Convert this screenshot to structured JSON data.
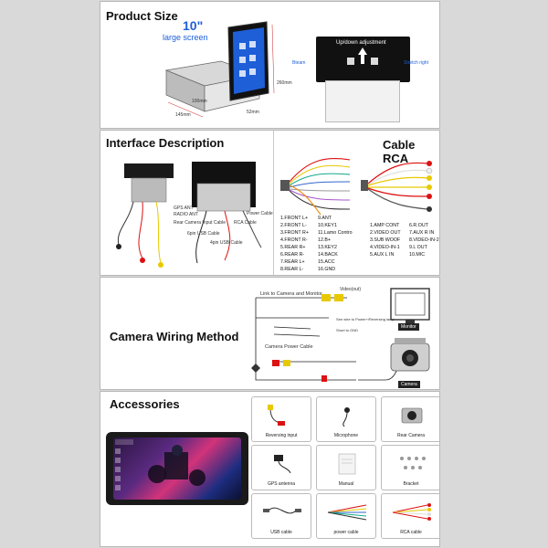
{
  "product_size": {
    "title": "Product Size",
    "screen_size": "10\"",
    "screen_caption": "large screen",
    "adjust_label": "Up/down adjustment",
    "left_label": "Bteam",
    "right_label": "Stretch right",
    "dim_width": "145mm",
    "dim_depth": "100mm",
    "dim_height": "260mm",
    "dim_side": "52mm"
  },
  "interface": {
    "title": "Interface Description",
    "cable_title": "Cable RCA",
    "labels": {
      "gps": "GPS ANT",
      "radio": "RADIO ANT",
      "rear_cam": "Rear Camera Input Cable",
      "rca": "RCA Cable",
      "power": "Power Cable",
      "pin6": "6pin USB Cable",
      "pin4": "4pin USB Cable"
    },
    "left_list_a": [
      "1.FRONT L+",
      "2.FRONT L-",
      "3.FRONT R+",
      "4.FRONT R-",
      "5.REAR R+",
      "6.REAR R-",
      "7.REAR L+",
      "8.REAR L-"
    ],
    "left_list_b": [
      "9.ANT",
      "10.KEY1",
      "11.Lamo Contro",
      "12.B+",
      "13.KEY2",
      "14.BACK",
      "15.ACC",
      "16.GND"
    ],
    "right_list_a": [
      "1.AMP CONT",
      "2.VIDEO OUT",
      "3.SUB WOOF",
      "4.VIDEO-IN-1",
      "5.AUX L IN"
    ],
    "right_list_b": [
      "6.R.OUT",
      "7.AUX R IN",
      "8.VIDEO-IN-2",
      "9.L OUT",
      "10.MIC"
    ]
  },
  "camera": {
    "title": "Camera Wiring Method",
    "link_label": "Link to Camera and Monitor",
    "video_label": "Video(out)",
    "reverse_label": "See wire to Power+/Reversing lamp",
    "gnd_label": "Short to GND",
    "power_label": "Camera Power Cable",
    "monitor_label": "Monitor",
    "camera_label": "Camera"
  },
  "accessories": {
    "title": "Accessories",
    "items": [
      {
        "label": "Reversing input",
        "icon": "rca-plug-icon"
      },
      {
        "label": "Microphone",
        "icon": "microphone-icon"
      },
      {
        "label": "Rear Camera",
        "icon": "camera-icon"
      },
      {
        "label": "GPS antenna",
        "icon": "antenna-icon"
      },
      {
        "label": "Manual",
        "icon": "manual-icon"
      },
      {
        "label": "Bracket",
        "icon": "screws-icon"
      },
      {
        "label": "USB cable",
        "icon": "usb-cable-icon"
      },
      {
        "label": "power cable",
        "icon": "power-harness-icon"
      },
      {
        "label": "RCA cable",
        "icon": "rca-harness-icon"
      }
    ]
  },
  "colors": {
    "screen_blue": "#1e5fd8",
    "wire_red": "#d11",
    "wire_yellow": "#e8c900",
    "panel_border": "#b8b8b8"
  }
}
